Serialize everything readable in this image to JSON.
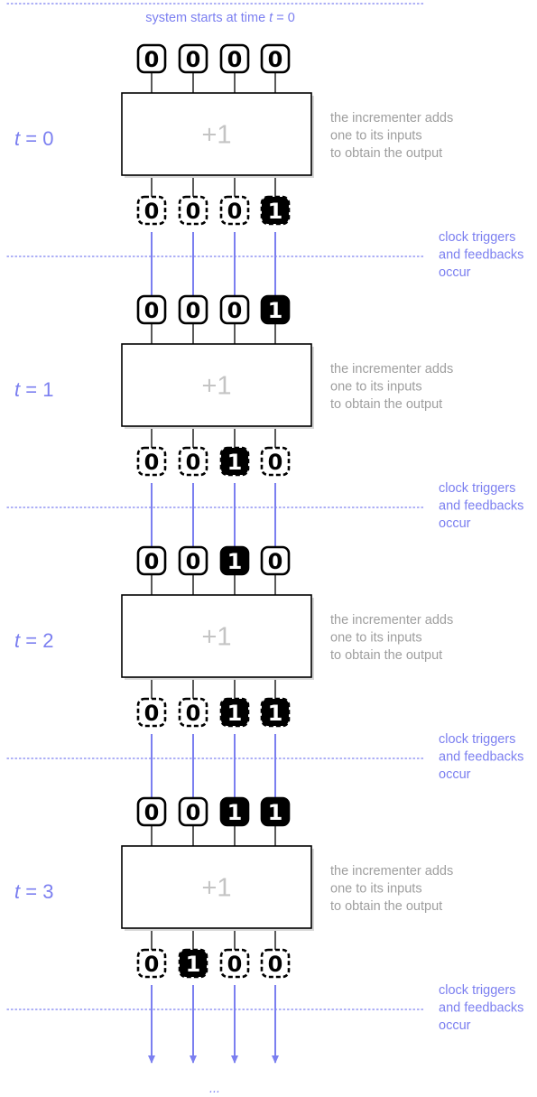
{
  "header": {
    "text_prefix": "system starts at time ",
    "var": "t",
    "text_suffix": " = 0"
  },
  "stages": [
    {
      "time_var": "t",
      "time_value": "= 0",
      "inputs": [
        "0",
        "0",
        "0",
        "0"
      ],
      "outputs": [
        "0",
        "0",
        "0",
        "1"
      ],
      "box_label": "+1",
      "note": [
        "the incrementer adds",
        "one to its inputs",
        "to obtain the output"
      ],
      "clock_note": [
        "clock triggers",
        "and feedbacks",
        "occur"
      ]
    },
    {
      "time_var": "t",
      "time_value": "= 1",
      "inputs": [
        "0",
        "0",
        "0",
        "1"
      ],
      "outputs": [
        "0",
        "0",
        "1",
        "0"
      ],
      "box_label": "+1",
      "note": [
        "the incrementer adds",
        "one to its inputs",
        "to obtain the output"
      ],
      "clock_note": [
        "clock triggers",
        "and feedbacks",
        "occur"
      ]
    },
    {
      "time_var": "t",
      "time_value": "= 2",
      "inputs": [
        "0",
        "0",
        "1",
        "0"
      ],
      "outputs": [
        "0",
        "0",
        "1",
        "1"
      ],
      "box_label": "+1",
      "note": [
        "the incrementer adds",
        "one to its inputs",
        "to obtain the output"
      ],
      "clock_note": [
        "clock triggers",
        "and feedbacks",
        "occur"
      ]
    },
    {
      "time_var": "t",
      "time_value": "= 3",
      "inputs": [
        "0",
        "0",
        "1",
        "1"
      ],
      "outputs": [
        "0",
        "1",
        "0",
        "0"
      ],
      "box_label": "+1",
      "note": [
        "the incrementer adds",
        "one to its inputs",
        "to obtain the output"
      ],
      "clock_note": [
        "clock triggers",
        "and feedbacks",
        "occur"
      ]
    }
  ],
  "footer": "...",
  "colors": {
    "accent": "#7b7ff0",
    "note_gray": "#9e9e9e",
    "plus_gray": "#c4c4c4",
    "stroke": "#000000",
    "bit_one_fill": "#000000",
    "bit_zero_fill": "#ffffff"
  }
}
